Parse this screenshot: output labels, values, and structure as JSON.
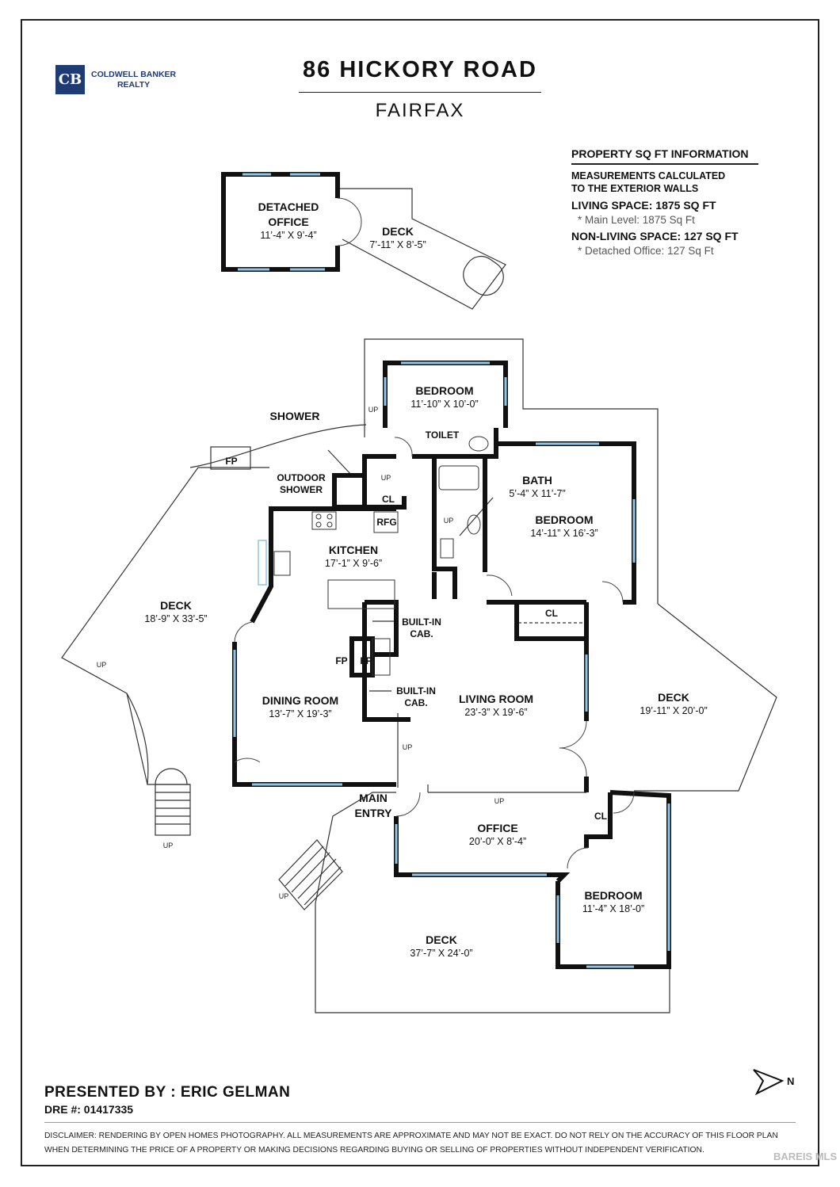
{
  "header": {
    "logo_mark": "CB",
    "logo_line1": "COLDWELL BANKER",
    "logo_line2": "REALTY",
    "title": "86 HICKORY ROAD",
    "subtitle": "FAIRFAX"
  },
  "sqft_info": {
    "heading": "PROPERTY SQ FT INFORMATION",
    "method_line1": "MEASUREMENTS CALCULATED",
    "method_line2": "TO THE EXTERIOR WALLS",
    "living": "LIVING SPACE: 1875 SQ FT",
    "living_detail": "*  Main Level:  1875 Sq Ft",
    "nonliving": "NON-LIVING SPACE: 127 SQ FT",
    "nonliving_detail": "*  Detached Office:  127 Sq Ft"
  },
  "rooms": {
    "detached_office": {
      "name1": "DETACHED",
      "name2": "OFFICE",
      "dims": "11’-4” X 9’-4”"
    },
    "deck_small": {
      "name": "DECK",
      "dims": "7’-11” X 8’-5”"
    },
    "bedroom_top": {
      "name": "BEDROOM",
      "dims": "11’-10” X 10’-0”"
    },
    "shower": {
      "name": "SHOWER"
    },
    "toilet": {
      "name": "TOILET"
    },
    "fp_outdoor": {
      "name": "FP"
    },
    "outdoor_shower": {
      "name1": "OUTDOOR",
      "name2": "SHOWER"
    },
    "cl_1": {
      "name": "CL"
    },
    "rfg": {
      "name": "RFG"
    },
    "bath": {
      "name": "BATH",
      "dims": "5’-4” X 11’-7”"
    },
    "bedroom_right": {
      "name": "BEDROOM",
      "dims": "14’-11” X 16’-3”"
    },
    "kitchen": {
      "name": "KITCHEN",
      "dims": "17’-1” X 9’-6”"
    },
    "deck_left": {
      "name": "DECK",
      "dims": "18’-9” X 33’-5”"
    },
    "cl_2": {
      "name": "CL"
    },
    "builtin_1": {
      "name1": "BUILT-IN",
      "name2": "CAB."
    },
    "fp_1": {
      "name": "FP"
    },
    "fp_2": {
      "name": "FP"
    },
    "builtin_2": {
      "name1": "BUILT-IN",
      "name2": "CAB."
    },
    "dining_room": {
      "name": "DINING ROOM",
      "dims": "13’-7” X 19’-3”"
    },
    "living_room": {
      "name": "LIVING ROOM",
      "dims": "23’-3” X 19’-6”"
    },
    "deck_right": {
      "name": "DECK",
      "dims": "19’-11” X 20’-0”"
    },
    "main_entry": {
      "name1": "MAIN",
      "name2": "ENTRY"
    },
    "office": {
      "name": "OFFICE",
      "dims": "20’-0” X 8’-4”"
    },
    "cl_3": {
      "name": "CL"
    },
    "bedroom_bottom": {
      "name": "BEDROOM",
      "dims": "11’-4” X 18’-0”"
    },
    "deck_bottom": {
      "name": "DECK",
      "dims": "37’-7” X 24’-0”"
    }
  },
  "up_label": "UP",
  "compass_label": "N",
  "footer": {
    "presented": "PRESENTED BY : ERIC GELMAN",
    "dre": "DRE #: 01417335",
    "disclaimer_line1": "DISCLAIMER: RENDERING BY OPEN HOMES PHOTOGRAPHY. ALL MEASUREMENTS ARE APPROXIMATE AND MAY NOT BE EXACT. DO NOT RELY ON THE ACCURACY OF THIS FLOOR PLAN",
    "disclaimer_line2": "WHEN DETERMINING THE PRICE OF A PROPERTY OR MAKING DECISIONS REGARDING BUYING OR SELLING OF PROPERTIES WITHOUT INDEPENDENT VERIFICATION.",
    "watermark": "BAREIS MLS"
  },
  "colors": {
    "wall": "#111111",
    "window": "#8ec5e8",
    "brand": "#1f3b73"
  }
}
